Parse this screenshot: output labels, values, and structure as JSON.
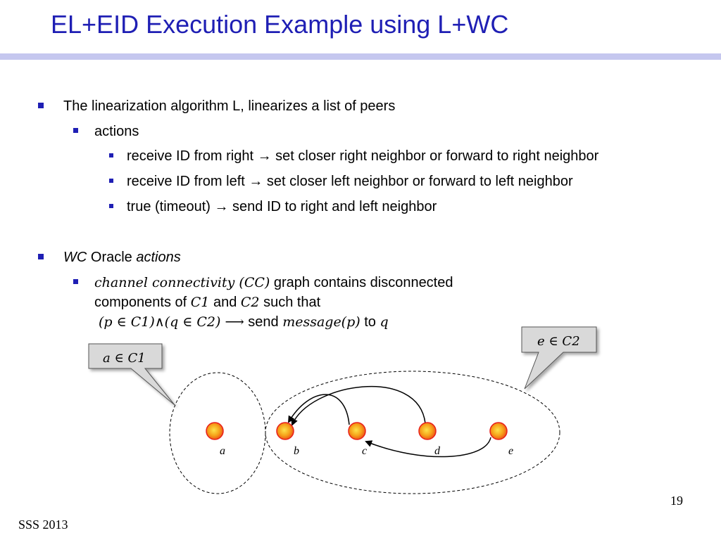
{
  "title": "EL+EID Execution Example using L+WC",
  "bullets": {
    "b1": "The linearization algorithm L, linearizes a list of peers",
    "b1_1": "actions",
    "b1_1_1": "receive ID from right → set closer right neighbor or forward to right neighbor",
    "b1_1_2": "receive ID from left →  set closer left neighbor or forward to left neighbor",
    "b1_1_3": "true (timeout) → send ID to right and left neighbor",
    "b2_wc": "WC",
    "b2_oracle": " Oracle ",
    "b2_actions": "actions",
    "b2_1_math": "channel connectivity (CC)",
    "b2_1_line1_rest": " graph contains disconnected",
    "b2_1_line2_a": "components of ",
    "b2_1_line2_c1": "C1",
    "b2_1_line2_and": " and ",
    "b2_1_line2_c2": "C2",
    "b2_1_line2_end": "  such that",
    "b2_1_line3_cond": "(p ∈ C1)∧(q  ∈ C2) ⟶",
    "b2_1_line3_send": " send ",
    "b2_1_line3_msg": "message(p)",
    "b2_1_line3_to": " to ",
    "b2_1_line3_q": "q"
  },
  "diagram": {
    "callout_left": "a ∈ C1",
    "callout_right": "e ∈ C2",
    "nodes": [
      "a",
      "b",
      "c",
      "d",
      "e"
    ],
    "colors": {
      "node_fill": "#f6a21a",
      "node_stroke": "#e8201a"
    }
  },
  "footer": "SSS 2013",
  "page_number": "19"
}
